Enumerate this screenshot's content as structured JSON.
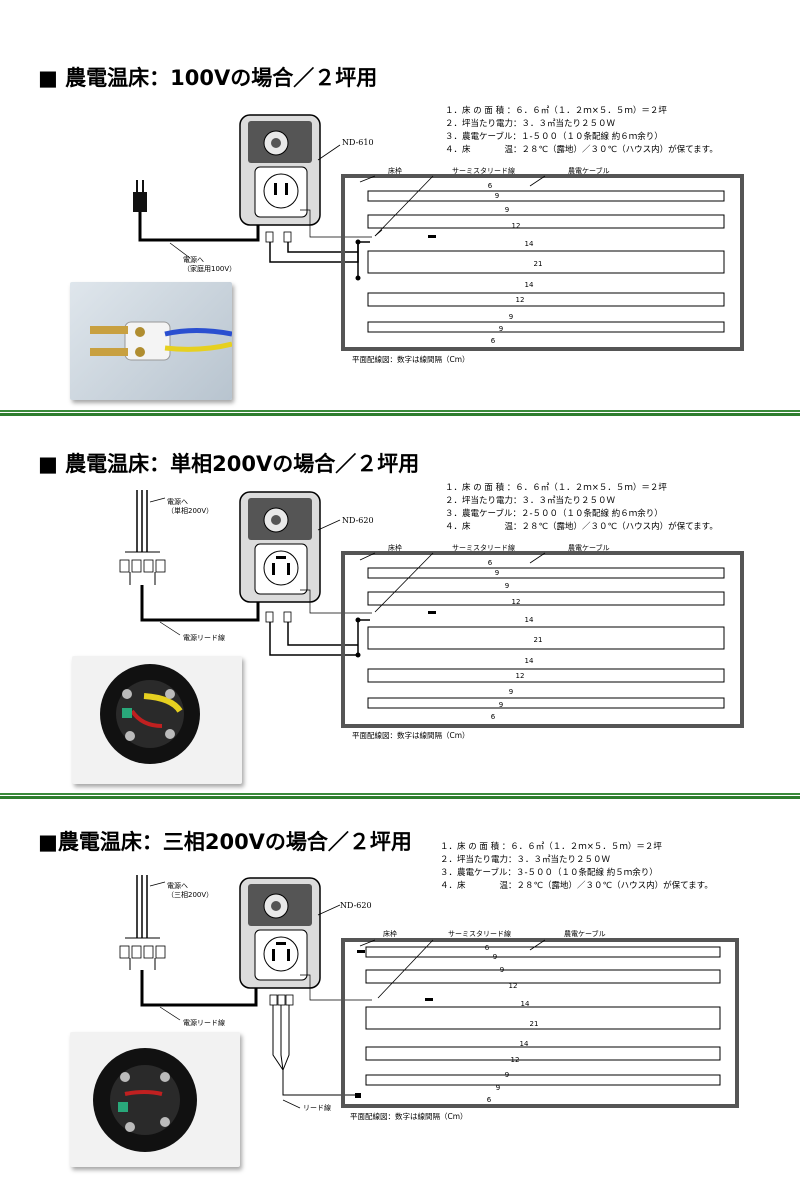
{
  "sections": [
    {
      "title": "■ 農電温床：100Vの場合／２坪用",
      "notes": [
        "１．床 の 面 積 ：６．６㎡（１．２ｍ×５．５ｍ）＝２坪",
        "２．坪当たり電力：３．３㎡当たり２５０Ｗ",
        "３．農電ケーブル：１-５００（１０条配線 約６ｍ余り）",
        "４．床　　　　温：２８℃（露地）／３０℃（ハウス内）が保てます。"
      ],
      "controller": "ND-610",
      "label_frame": "床枠",
      "label_thermistor": "サーミスタリード線",
      "label_cable": "農電ケーブル",
      "power_label_1": "電源へ",
      "power_label_2": "（家庭用100V）",
      "spacings": [
        "6",
        "9",
        "9",
        "12",
        "14",
        "21",
        "14",
        "12",
        "9",
        "9",
        "6"
      ],
      "caption": "平面配線図：数字は線間隔（Cm）"
    },
    {
      "title": "■ 農電温床：単相200Vの場合／２坪用",
      "notes": [
        "１．床 の 面 積 ：６．６㎡（１．２ｍ×５．５ｍ）＝２坪",
        "２．坪当たり電力：３．３㎡当たり２５０Ｗ",
        "３．農電ケーブル：２-５００（１０条配線 約６ｍ余り）",
        "４．床　　　　温：２８℃（露地）／３０℃（ハウス内）が保てます。"
      ],
      "controller": "ND-620",
      "label_frame": "床枠",
      "label_thermistor": "サーミスタリード線",
      "label_cable": "農電ケーブル",
      "power_label_1": "電源へ",
      "power_label_2": "（単相200V）",
      "lead_label": "電源リード線",
      "spacings": [
        "6",
        "9",
        "9",
        "12",
        "14",
        "21",
        "14",
        "12",
        "9",
        "9",
        "6"
      ],
      "caption": "平面配線図：数字は線間隔（Cm）"
    },
    {
      "title": "■農電温床：三相200Vの場合／２坪用",
      "notes": [
        "１．床 の 面 積 ：６．６㎡（１．２ｍ×５．５ｍ）＝２坪",
        "２．坪当たり電力：３．３㎡当たり２５０Ｗ",
        "３．農電ケーブル：３-５００（１０条配線 約５ｍ余り）",
        "４．床　　　　温：２８℃（露地）／３０℃（ハウス内）が保てます。"
      ],
      "controller": "ND-620",
      "label_frame": "床枠",
      "label_thermistor": "サーミスタリード線",
      "label_cable": "農電ケーブル",
      "power_label_1": "電源へ",
      "power_label_2": "（三相200V）",
      "lead_label": "電源リード線",
      "lead_label_2": "リード線",
      "spacings": [
        "6",
        "9",
        "9",
        "12",
        "14",
        "21",
        "14",
        "12",
        "9",
        "9",
        "6"
      ],
      "caption": "平面配線図：数字は線間隔（Cm）"
    }
  ],
  "colors": {
    "separator": "#2e7d2e",
    "frame": "#555555",
    "wire": "#000000"
  }
}
